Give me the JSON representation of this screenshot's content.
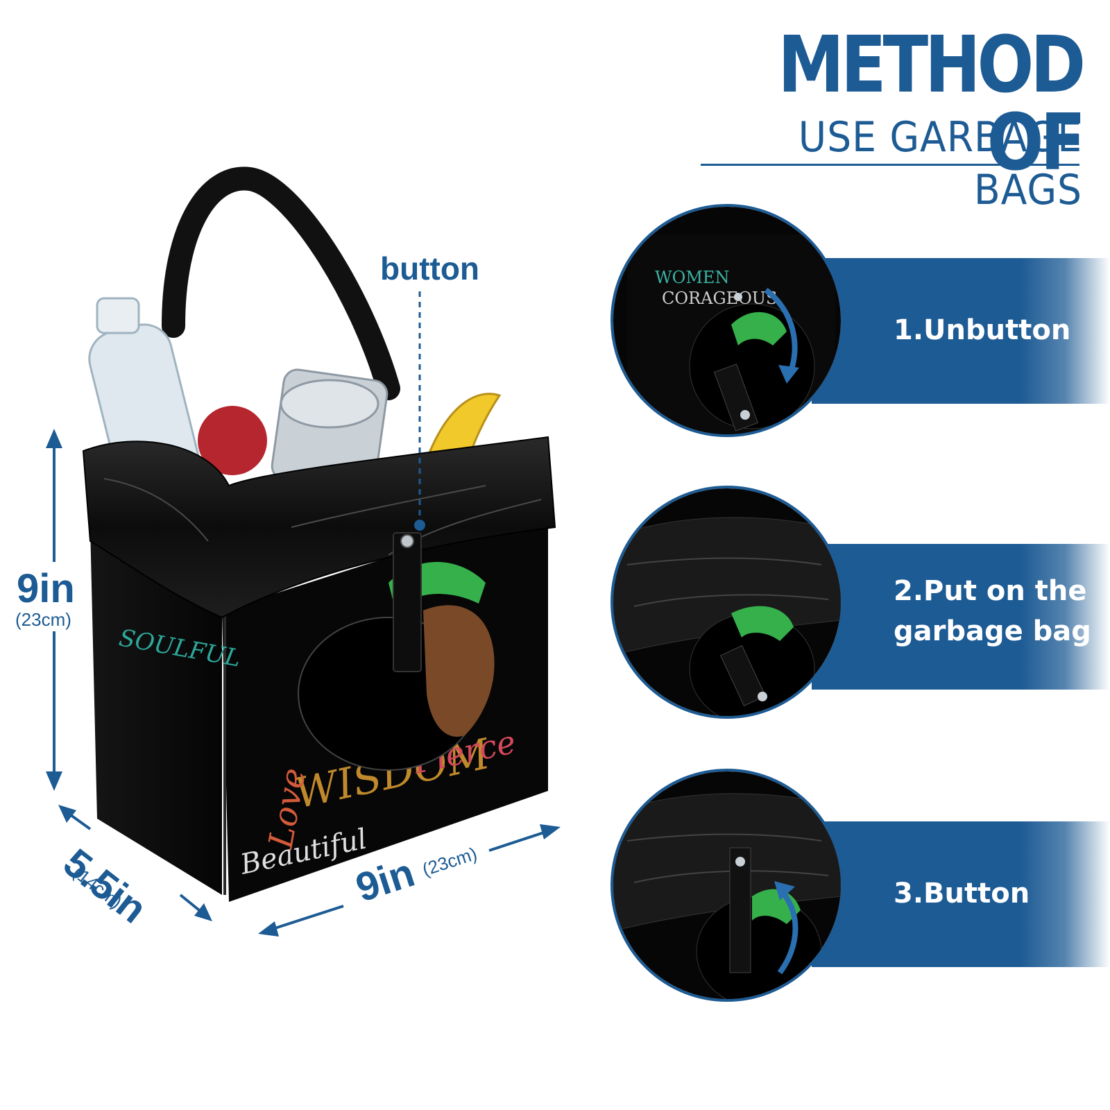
{
  "header": {
    "title": "METHOD OF",
    "subtitle": "USE GARBAGE BAGS"
  },
  "product": {
    "button_label": "button",
    "height": {
      "value": "9in",
      "metric": "(23cm)"
    },
    "depth": {
      "value": "5.5in",
      "metric": "(14cm)"
    },
    "width": {
      "value": "9in",
      "metric": "(23cm)"
    }
  },
  "steps": [
    {
      "label": "1.Unbutton"
    },
    {
      "label_line1": "2.Put on the",
      "label_line2": "garbage bag"
    },
    {
      "label": "3.Button"
    }
  ],
  "colors": {
    "accent": "#1d5b94",
    "bag": "#0c0c0c"
  }
}
